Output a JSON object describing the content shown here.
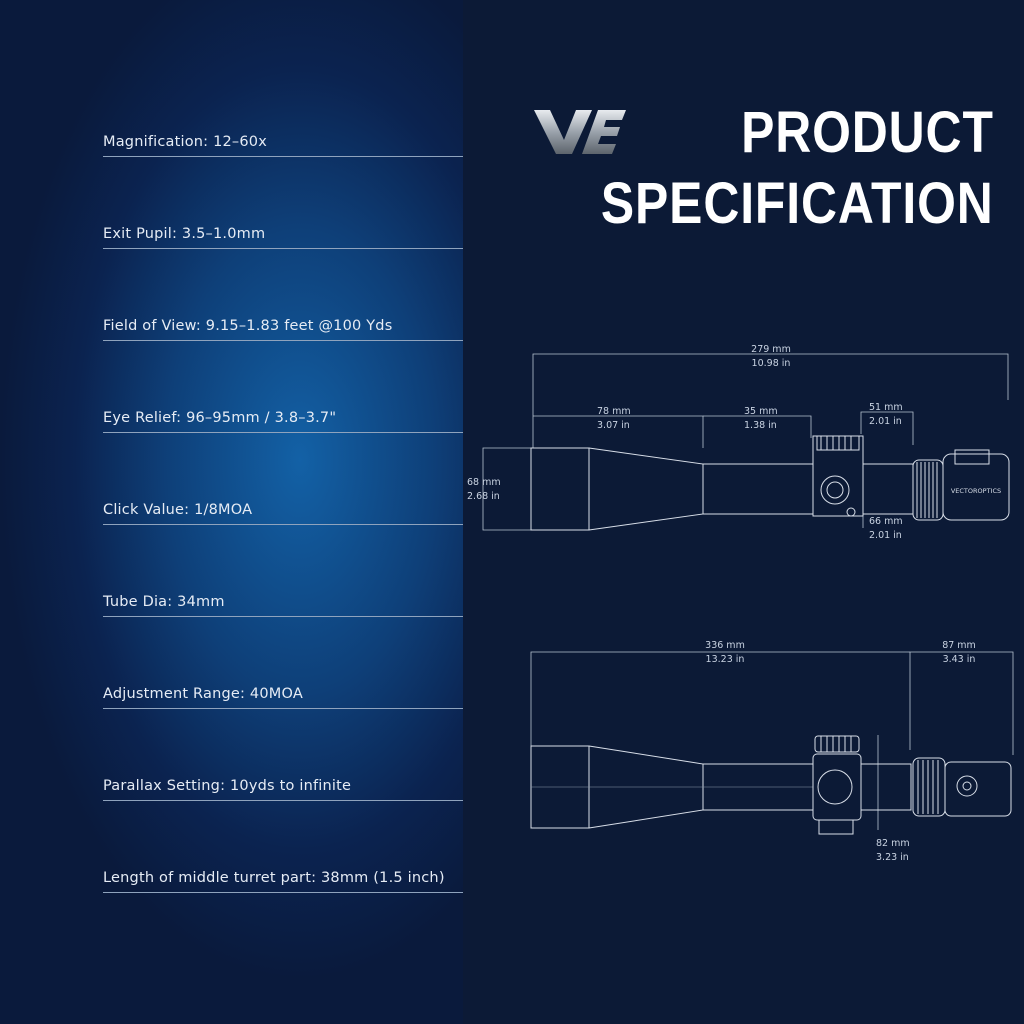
{
  "specs": [
    {
      "text": "Magnification: 12–60x"
    },
    {
      "text": "Exit Pupil: 3.5–1.0mm"
    },
    {
      "text": "Field of View: 9.15–1.83 feet @100 Yds"
    },
    {
      "text": "Eye Relief: 96–95mm / 3.8–3.7\""
    },
    {
      "text": "Click Value: 1/8MOA"
    },
    {
      "text": "Tube Dia: 34mm"
    },
    {
      "text": "Adjustment Range: 40MOA"
    },
    {
      "text": "Parallax Setting: 10yds to infinite"
    },
    {
      "text": "Length of middle turret part: 38mm (1.5 inch)"
    }
  ],
  "title": {
    "line1": "PRODUCT",
    "line2": "SPECIFICATION"
  },
  "top_view": {
    "overall_mm": "279 mm",
    "overall_in": "10.98 in",
    "objective_mm": "78 mm",
    "objective_in": "3.07 in",
    "tube_mm": "35 mm",
    "tube_in": "1.38 in",
    "eyepiece_mm": "51 mm",
    "eyepiece_in": "2.01 in",
    "height_mm": "68 mm",
    "height_in": "2.68 in",
    "turret_mm": "66 mm",
    "turret_in": "2.01 in",
    "brand_mark": "VECTOROPTICS"
  },
  "bottom_view": {
    "overall_mm": "336 mm",
    "overall_in": "13.23 in",
    "eyepiece_mm": "87 mm",
    "eyepiece_in": "3.43 in",
    "turret_mm": "82 mm",
    "turret_in": "3.23 in"
  },
  "colors": {
    "accent": "#1361a6",
    "background": "#0c1a36",
    "text": "#ffffff"
  }
}
